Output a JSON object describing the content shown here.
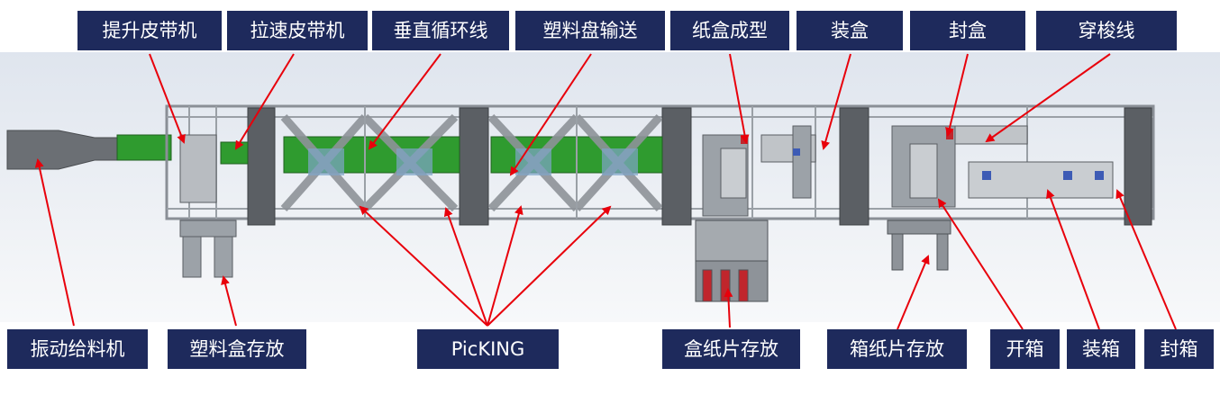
{
  "labels": {
    "lifting_belt": "提升皮带机",
    "speed_belt": "拉速皮带机",
    "vertical_loop": "垂直循环线",
    "tray_conveying": "塑料盘输送",
    "carton_forming": "纸盒成型",
    "boxing": "装盒",
    "box_sealing": "封盒",
    "shuttle_line": "穿梭线",
    "vibration_feeder": "振动给料机",
    "plastic_box_storage": "塑料盒存放",
    "picking": "PicKING",
    "carton_sheet_storage": "盒纸片存放",
    "case_sheet_storage": "箱纸片存放",
    "case_opening": "开箱",
    "case_packing": "装箱",
    "case_sealing": "封箱"
  },
  "colors": {
    "label_bg": "#1e2a5c",
    "label_text": "#ffffff",
    "arrow": "#e8000b",
    "frame": "#8a8f96",
    "conveyor_green": "#2f9b2f"
  }
}
